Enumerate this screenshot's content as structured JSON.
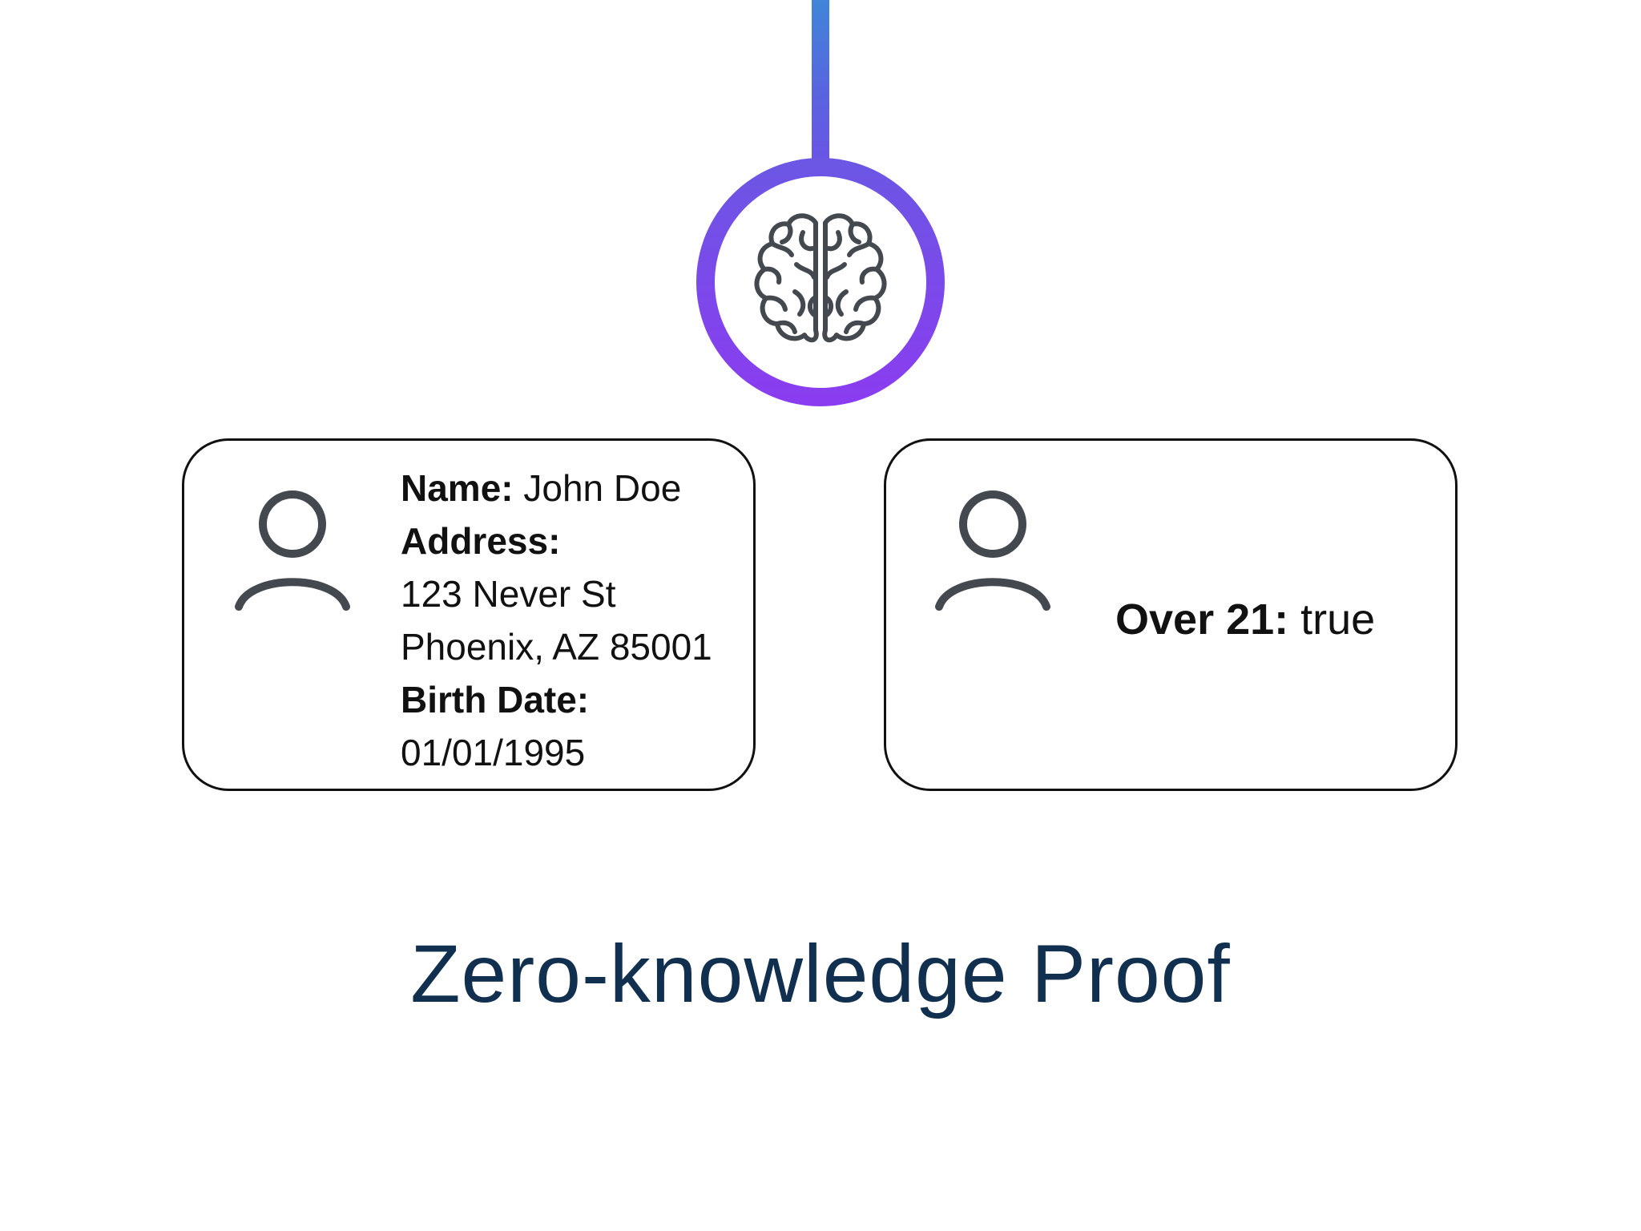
{
  "icons": {
    "brain": "brain-icon",
    "person": "user-icon"
  },
  "colors": {
    "connector_top": "#3f86d8",
    "ring_top": "#6b57e4",
    "ring_bottom": "#8b3cf0",
    "caption": "#112f4e",
    "icon_stroke": "#444950"
  },
  "full_credential": {
    "name_label": "Name:",
    "name_value": " John Doe",
    "address_label": "Address:",
    "address_line1": "123 Never St",
    "address_line2": "Phoenix, AZ 85001",
    "birth_label": "Birth Date:",
    "birth_value": "01/01/1995"
  },
  "proof_credential": {
    "label": "Over 21:",
    "value": " true"
  },
  "caption": "Zero-knowledge Proof"
}
